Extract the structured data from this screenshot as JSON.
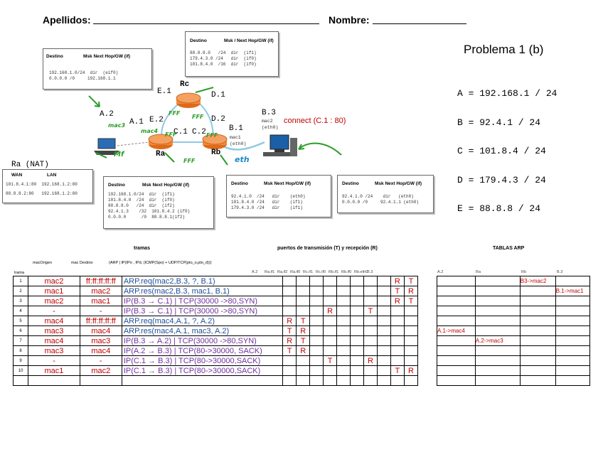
{
  "header": {
    "apellidos": "Apellidos:",
    "nombre": "Nombre:"
  },
  "problem": {
    "title": "Problema 1 (b)",
    "nets": [
      "A = 192.168.1 / 24",
      "B = 92.4.1 / 24",
      "C = 101.8.4 / 24",
      "D = 179.4.3 / 24",
      "E = 88.8.8 / 24"
    ]
  },
  "boxes": {
    "left": {
      "title": "Destino",
      "cols": "Msk  Next Hop/GW (if)",
      "rows": "192.168.1.0/24  dir  (eif0)\n0.0.0.0 /0     192.168.1.1"
    },
    "top": {
      "title": "Destino",
      "cols": "Msk / Next Hop/GW (if)",
      "rows": "88.8.8.0   /24  dir  (if1)\n179.4.3.0 /24   dir  (if0)\n101.8.4.0  /16  dir  (if0)"
    },
    "ra": {
      "title": "Destino",
      "cols": "Msk  Next Hop/GW (if)",
      "rows": "192.168.1.0/24  dir  (if1)\n101.8.4.0  /24  dir  (if0)\n88.8.8.0   /24  dir  (if2)\n92.4.1.3    /32  101.8.4.2 (if0)\n0.0.0.0      /0  88.8.8.1(if2)"
    },
    "rb": {
      "title": "Destino",
      "cols": "Msk  Next Hop/GW (if)",
      "rows": "92.4.1.0  /24   dir    (eth0)\n101.8.4.0 /24   dir    (if1)\n179.4.3.0 /24   dir    (if1)"
    },
    "b3": {
      "title": "Destino",
      "cols": "Msk  Next Hop/GW (if)",
      "rows": "92.4.1.0 /24    dir   (eth0)\n0.0.0.0 /0     92.4.1.1 (eth0)"
    },
    "nat": {
      "title": "Ra (NAT)",
      "wan": "WAN",
      "lan": "LAN",
      "rows": "101.8.4.1:80  192.168.1.2:80\n88.8.8.2:80   192.168.1.2:80"
    }
  },
  "diagram": {
    "labels": {
      "A2": "A.2",
      "A1": "A.1",
      "E2": "E.2",
      "E1": "E.1",
      "Rc": "Rc",
      "D1": "D.1",
      "D2": "D.2",
      "C1": "C.1",
      "C2": "C.2",
      "B1": "B.1",
      "B3": "B.3",
      "Ra": "Ra",
      "Rb": "Rb",
      "mac1": "mac1",
      "eth0": "(eth0)",
      "mac2": "mac2",
      "eth0b": "(eth0)",
      "connect": "connect (C.1 : 80)",
      "eth": "eth",
      "mac3": "mac3",
      "mac4": "mac4",
      "mf": "Mf",
      "ff1": "FFF",
      "ff2": "FFF",
      "ff3": "FFF",
      "fff4": "FFF",
      "ffd": "FFF"
    }
  },
  "tables": {
    "tramas": "tramas",
    "puertos": "puertos de transmisión (T) y recepción (R)",
    "arp": "TABLAS ARP",
    "macOrigen": "macOrigen",
    "macDestino": "mac Destino",
    "format": "(ARP | IP(IPo , IPd, (ICMP(Spo) + UDP/TCP(pto_o,pto_d)))",
    "trama": "trama",
    "portcols": [
      "A.2",
      "Ra.if1",
      "Ra.if2",
      "Ra.if0",
      "Rc.if1",
      "Rc.if0",
      "Rb.if1",
      "Rb.if0",
      "Rb.eth0",
      "B.3"
    ],
    "arpcols": [
      "A.2",
      "Ra",
      "Rb",
      "B.3"
    ],
    "rows": [
      {
        "n": "1",
        "src": "mac2",
        "dst": "ff:ff:ff:ff:ff",
        "pkt": "ARP.req(mac2,B.3, ?, B.1)",
        "cls": "blue",
        "ports": [
          "",
          "",
          "",
          "",
          "",
          "",
          "",
          "",
          "R",
          "T"
        ],
        "arp": [
          "",
          "",
          "B3->mac2",
          ""
        ]
      },
      {
        "n": "2",
        "src": "mac1",
        "dst": "mac2",
        "pkt": "ARP.res(mac2,B.3, mac1, B.1)",
        "cls": "blue",
        "ports": [
          "",
          "",
          "",
          "",
          "",
          "",
          "",
          "",
          "T",
          "R"
        ],
        "arp": [
          "",
          "",
          "",
          "B.1->mac1"
        ]
      },
      {
        "n": "3",
        "src": "mac2",
        "dst": "mac1",
        "pkt": "IP(B.3 → C.1) | TCP(30000 ->80,SYN)",
        "cls": "purple",
        "ports": [
          "",
          "",
          "",
          "",
          "",
          "",
          "",
          "",
          "R",
          "T"
        ],
        "arp": [
          "",
          "",
          "",
          ""
        ]
      },
      {
        "n": "4",
        "src": "-",
        "dst": "-",
        "pkt": "IP(B.3 → C.1) | TCP(30000 ->80,SYN)",
        "cls": "purple",
        "ports": [
          "",
          "",
          "",
          "R",
          "",
          "",
          "T",
          "",
          "",
          ""
        ],
        "arp": [
          "",
          "",
          "",
          ""
        ]
      },
      {
        "n": "5",
        "src": "mac4",
        "dst": "ff:ff:ff:ff:ff",
        "pkt": "ARP.req(mac4,A.1, ?, A.2)",
        "cls": "blue",
        "ports": [
          "R",
          "T",
          "",
          "",
          "",
          "",
          "",
          "",
          "",
          ""
        ],
        "arp": [
          "",
          "",
          "",
          ""
        ]
      },
      {
        "n": "6",
        "src": "mac3",
        "dst": "mac4",
        "pkt": "ARP.res(mac4,A.1, mac3, A.2)",
        "cls": "blue",
        "ports": [
          "T",
          "R",
          "",
          "",
          "",
          "",
          "",
          "",
          "",
          ""
        ],
        "arp": [
          "A.1->mac4",
          "",
          "",
          ""
        ]
      },
      {
        "n": "7",
        "src": "mac4",
        "dst": "mac3",
        "pkt": "IP(B.3 → A.2) | TCP(30000 ->80,SYN)",
        "cls": "purple",
        "ports": [
          "R",
          "T",
          "",
          "",
          "",
          "",
          "",
          "",
          "",
          ""
        ],
        "arp": [
          "",
          "A.2->mac3",
          "",
          ""
        ]
      },
      {
        "n": "8",
        "src": "mac3",
        "dst": "mac4",
        "pkt": "IP(A.2 → B.3) | TCP(80->30000, SACK)",
        "cls": "purple",
        "ports": [
          "T",
          "R",
          "",
          "",
          "",
          "",
          "",
          "",
          "",
          ""
        ],
        "arp": [
          "",
          "",
          "",
          ""
        ]
      },
      {
        "n": "9",
        "src": "-",
        "dst": "-",
        "pkt": "IP(C.1 → B.3) | TCP(80->30000,SACK)",
        "cls": "purple",
        "ports": [
          "",
          "",
          "",
          "T",
          "",
          "",
          "R",
          "",
          "",
          ""
        ],
        "arp": [
          "",
          "",
          "",
          ""
        ]
      },
      {
        "n": "10",
        "src": "mac1",
        "dst": "mac2",
        "pkt": "IP(C.1 → B.3) | TCP(80->30000,SACK)",
        "cls": "purple",
        "ports": [
          "",
          "",
          "",
          "",
          "",
          "",
          "",
          "",
          "T",
          "R"
        ],
        "arp": [
          "",
          "",
          "",
          ""
        ]
      },
      {
        "n": "",
        "src": "",
        "dst": "",
        "pkt": "",
        "cls": "",
        "ports": [
          "",
          "",
          "",
          "",
          "",
          "",
          "",
          "",
          "",
          ""
        ],
        "arp": [
          "",
          "",
          "",
          ""
        ]
      }
    ]
  }
}
